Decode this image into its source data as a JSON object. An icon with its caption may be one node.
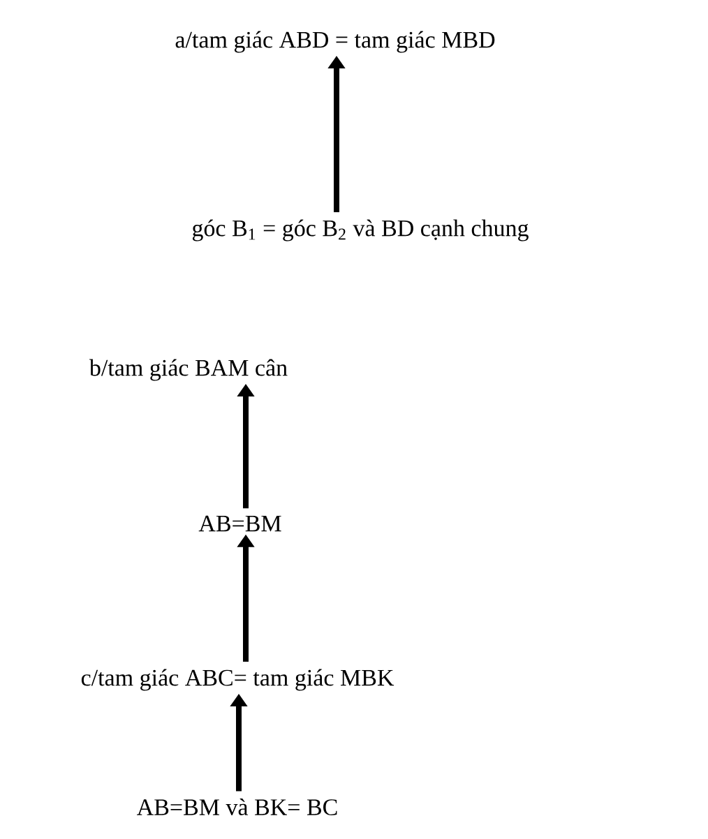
{
  "diagram": {
    "nodes": [
      {
        "text": [
          "a/tam giác ABD = tam giác MBD"
        ]
      },
      {
        "text": [
          "góc B$_{1}$ = góc B$_{2}$ và BD cạnh chung"
        ]
      },
      {
        "text": [
          "b/tam giác BAM cân"
        ]
      },
      {
        "text": [
          "AB=BM"
        ]
      },
      {
        "text": [
          "c/tam giác ABC= tam giác MBK"
        ]
      },
      {
        "text": [
          "AB=BM và BK= BC"
        ]
      }
    ],
    "edges": [
      {
        "from": 1,
        "to": 0,
        "arrow": "to"
      },
      {
        "from": 3,
        "to": 2,
        "arrow": "to"
      },
      {
        "from": 4,
        "to": 3,
        "arrow": "to"
      },
      {
        "from": 5,
        "to": 4,
        "arrow": "to"
      }
    ]
  }
}
